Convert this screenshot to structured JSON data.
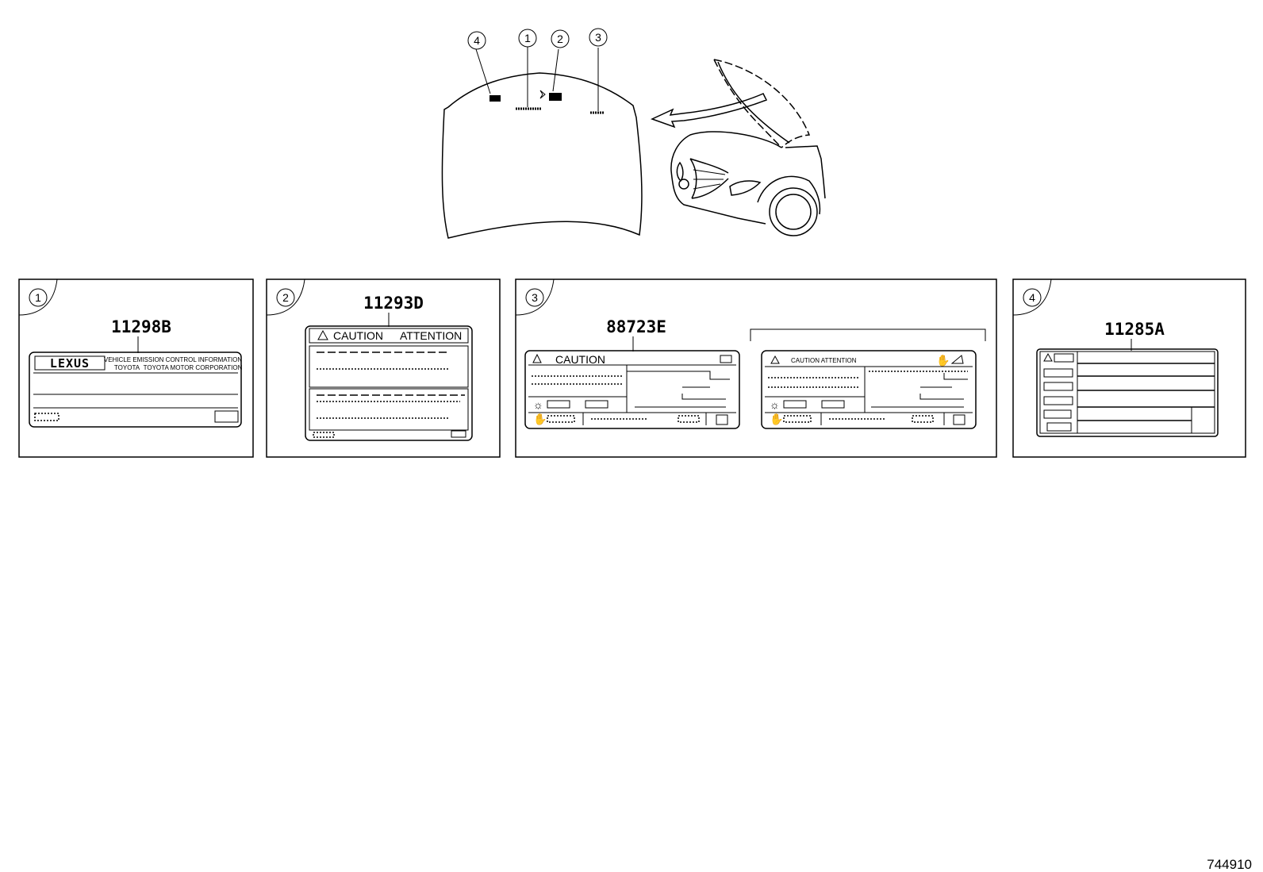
{
  "callouts": [
    "1",
    "2",
    "3",
    "4"
  ],
  "panels": [
    {
      "num": "1",
      "part_number": "11298B",
      "brand": "LEXUS",
      "text_line1": "VEHICLE EMISSION CONTROL INFORMATION",
      "text_col1": "TOYOTA",
      "text_col2": "TOYOTA MOTOR CORPORATION"
    },
    {
      "num": "2",
      "part_number": "11293D",
      "caution": "CAUTION",
      "attention": "ATTENTION"
    },
    {
      "num": "3",
      "part_number": "88723E",
      "caution": "CAUTION",
      "caution_attention": "CAUTION ATTENTION"
    },
    {
      "num": "4",
      "part_number": "11285A"
    }
  ],
  "figure_id": "744910",
  "icons": [
    "warning-triangle-icon",
    "sun-icon",
    "hand-icon",
    "arrow-icon"
  ]
}
